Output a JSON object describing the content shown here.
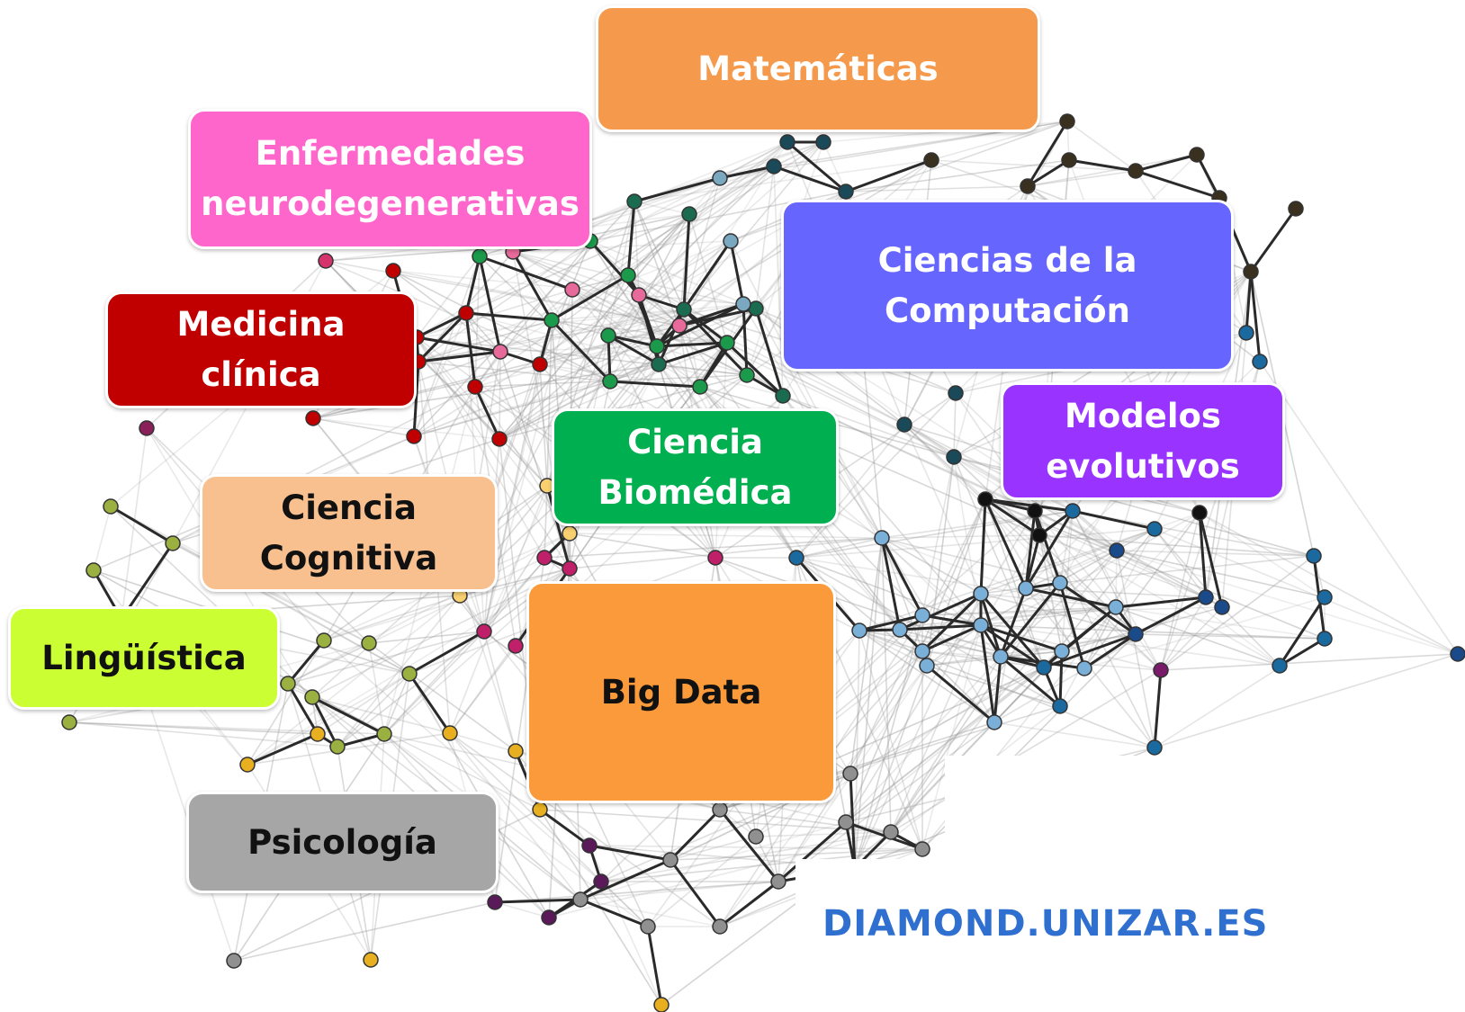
{
  "boxes": {
    "matematicas": {
      "lines": [
        "Matemáticas"
      ]
    },
    "enfermedades": {
      "lines": [
        "Enfermedades",
        "neurodegenerativas"
      ]
    },
    "ciencias_computacion": {
      "lines": [
        "Ciencias de la",
        "Computación"
      ]
    },
    "medicina": {
      "lines": [
        "Medicina",
        "clínica"
      ]
    },
    "modelos": {
      "lines": [
        "Modelos",
        "evolutivos"
      ]
    },
    "biomedica": {
      "lines": [
        "Ciencia",
        "Biomédica"
      ]
    },
    "cognitiva": {
      "lines": [
        "Ciencia",
        "Cognitiva"
      ]
    },
    "linguistica": {
      "lines": [
        "Lingüística"
      ]
    },
    "big_data": {
      "lines": [
        "Big Data"
      ]
    },
    "psicologia": {
      "lines": [
        "Psicología"
      ]
    }
  },
  "site_link": "DIAMOND.UNIZAR.ES",
  "colors": {
    "matematicas": "#f59a4c",
    "enfermedades": "#ff66cc",
    "ciencias_computacion": "#6666ff",
    "medicina": "#c00000",
    "modelos": "#9933ff",
    "biomedica": "#00b050",
    "cognitiva": "#f8c08e",
    "linguistica": "#ccff33",
    "big_data": "#fb9a3a",
    "psicologia": "#a6a6a6",
    "link": "#2e6fcf"
  }
}
